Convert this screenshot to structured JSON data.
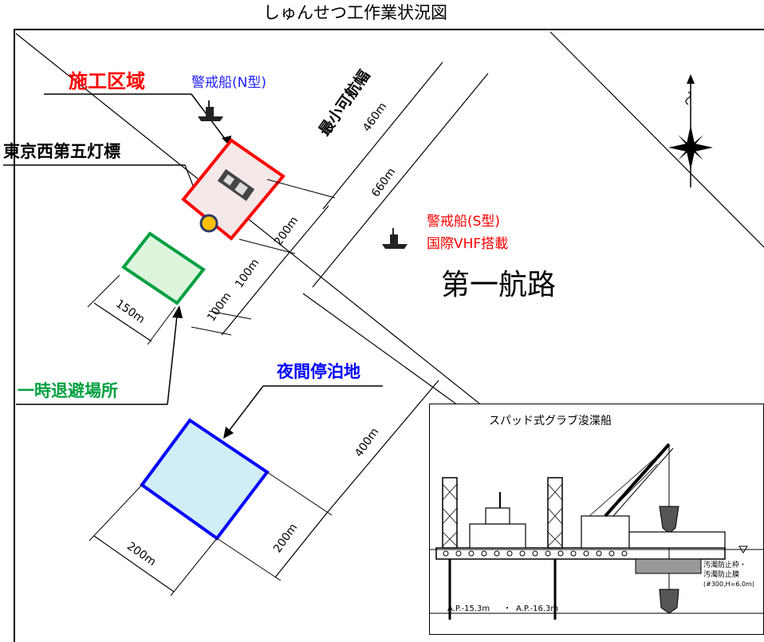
{
  "title": "しゅんせつ工作業状況図",
  "labels": {
    "work_area": "施工区域",
    "guard_ship_n": "警戒船(N型)",
    "beacon": "東京西第五灯標",
    "guard_ship_s": "警戒船(S型)",
    "vhf": "国際VHF搭載",
    "route": "第一航路",
    "night_berth": "夜間停泊地",
    "evacuation": "一時退避場所",
    "min_width": "最小可航幅"
  },
  "dimensions": {
    "d460": "460m",
    "d660": "660m",
    "d200a": "200m",
    "d100a": "100m",
    "d100b": "100m",
    "d150": "150m",
    "d400": "400m",
    "d200b": "200m",
    "d200c": "200m"
  },
  "inset": {
    "title": "スパッド式グラブ浚渫船",
    "note_frame": "汚濁防止枠・",
    "note_film": "汚濁防止膜",
    "note_spec": "(#300,H=6.0m)",
    "ap_left": "A.P.-15.3m",
    "ap_sep": "・",
    "ap_right": "A.P.-16.3m"
  },
  "colors": {
    "work_area": "#ff0000",
    "work_area_fill": "#f5e8e8",
    "evac": "#00a040",
    "evac_fill": "#ddf5dd",
    "night": "#0000ff",
    "night_fill": "#d0eef8",
    "beacon_fill": "#ffc000",
    "beacon_ring": "#2b3a67"
  },
  "icons": [
    "ship-icon",
    "compass-rose-icon",
    "dredger-icon"
  ]
}
